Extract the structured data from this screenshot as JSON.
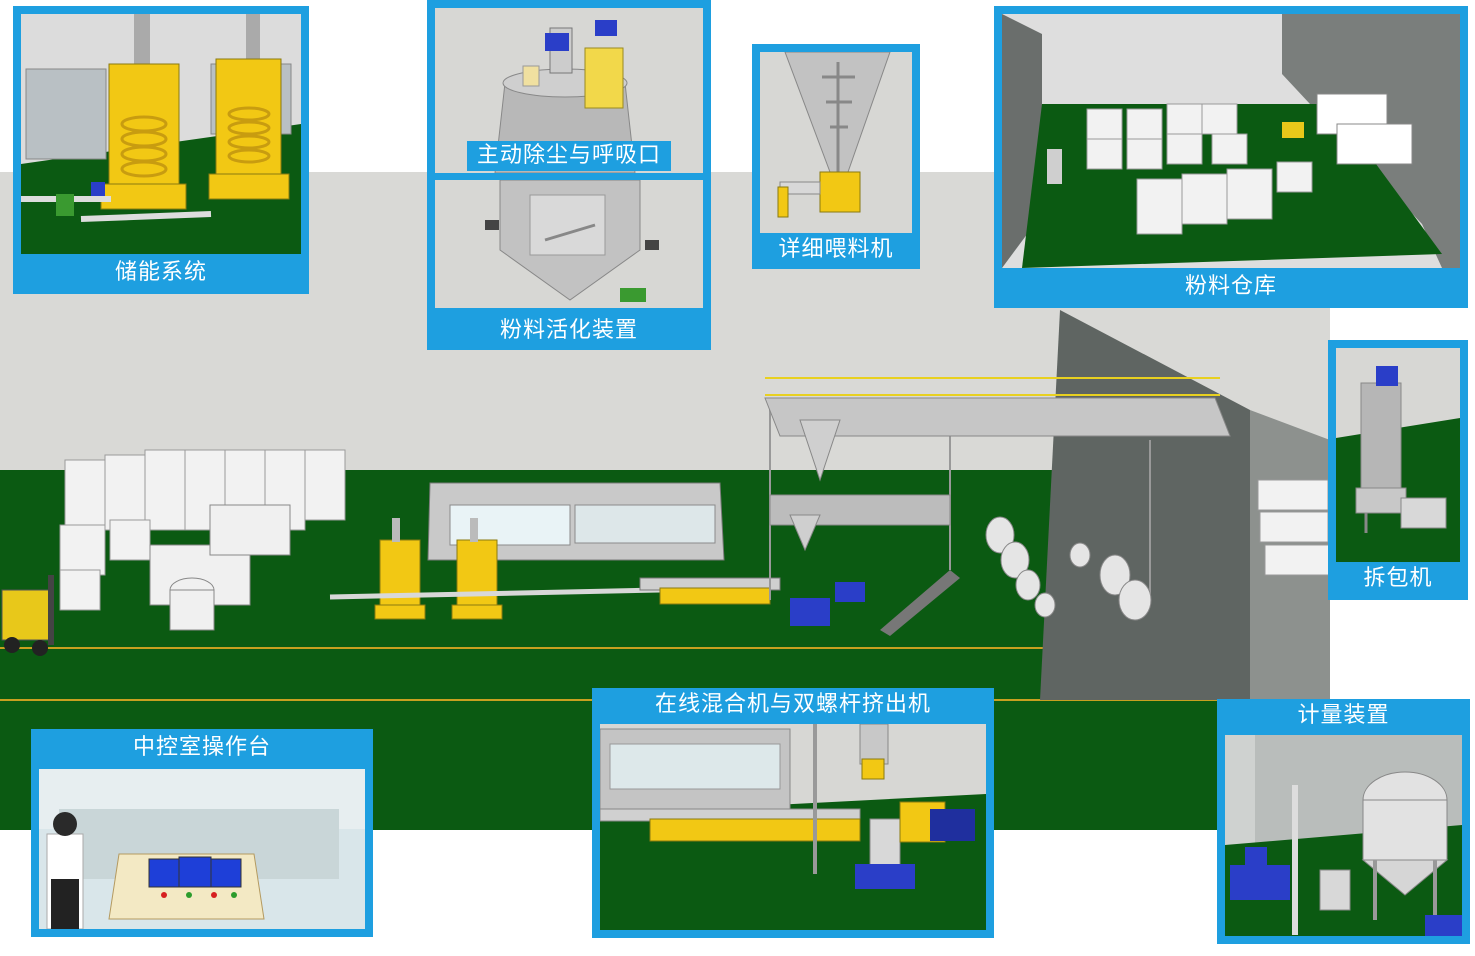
{
  "panels": {
    "energy_storage": "储能系统",
    "dust_removal": "主动除尘与呼吸口",
    "powder_activation": "粉料活化装置",
    "detail_feeder": "详细喂料机",
    "powder_warehouse": "粉料仓库",
    "bag_opener": "拆包机",
    "control_console": "中控室操作台",
    "mixer_extruder": "在线混合机与双螺杆挤出机",
    "metering_device": "计量装置"
  },
  "colors": {
    "panel_border": "#1e9fe0",
    "floor_green": "#0b5a12",
    "wall_gray": "#d9d9d6",
    "machine_yellow": "#f2c814",
    "tank_gray": "#c8c8c8",
    "pump_blue": "#2a3ec8"
  }
}
